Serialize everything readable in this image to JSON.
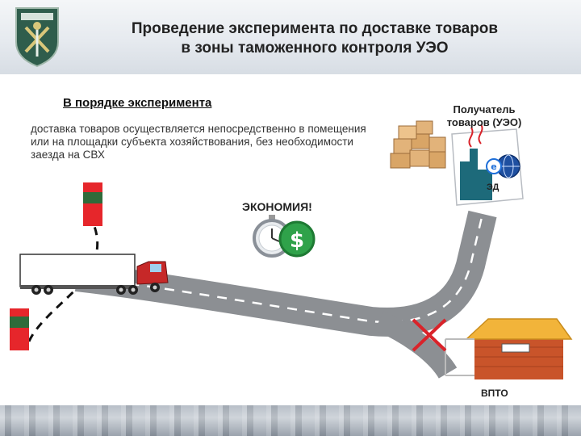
{
  "title": {
    "line1": "Проведение эксперимента по доставке товаров",
    "line2": "в зоны таможенного контроля УЭО"
  },
  "section_heading": "В порядке эксперимента",
  "description": "доставка товаров осуществляется непосредственно в помещения или на площадки субъекта хозяйствования, без необходимости заезда на СВХ",
  "recipient": {
    "line1": "Получатель",
    "line2": "товаров (УЭО)"
  },
  "economy_label": "ЭКОНОМИЯ!",
  "ed_label": "ЭД",
  "warehouse_label": "ВПТО",
  "colors": {
    "road": "#8c8f93",
    "road_marking": "#ffffff",
    "barrier_red": "#e6262b",
    "barrier_green": "#2f6b3a",
    "cross": "#d9232a",
    "truck_cab": "#c62828",
    "emblem": "#2f5d4c"
  },
  "icons": {
    "emblem": "customs-emblem-icon",
    "stopwatch": "stopwatch-icon",
    "dollar": "dollar-coin-icon",
    "boxes": "boxes-icon",
    "factory": "factory-document-icon",
    "globe": "globe-icon",
    "truck": "truck-icon",
    "warehouse": "warehouse-icon",
    "cross": "cross-icon"
  }
}
